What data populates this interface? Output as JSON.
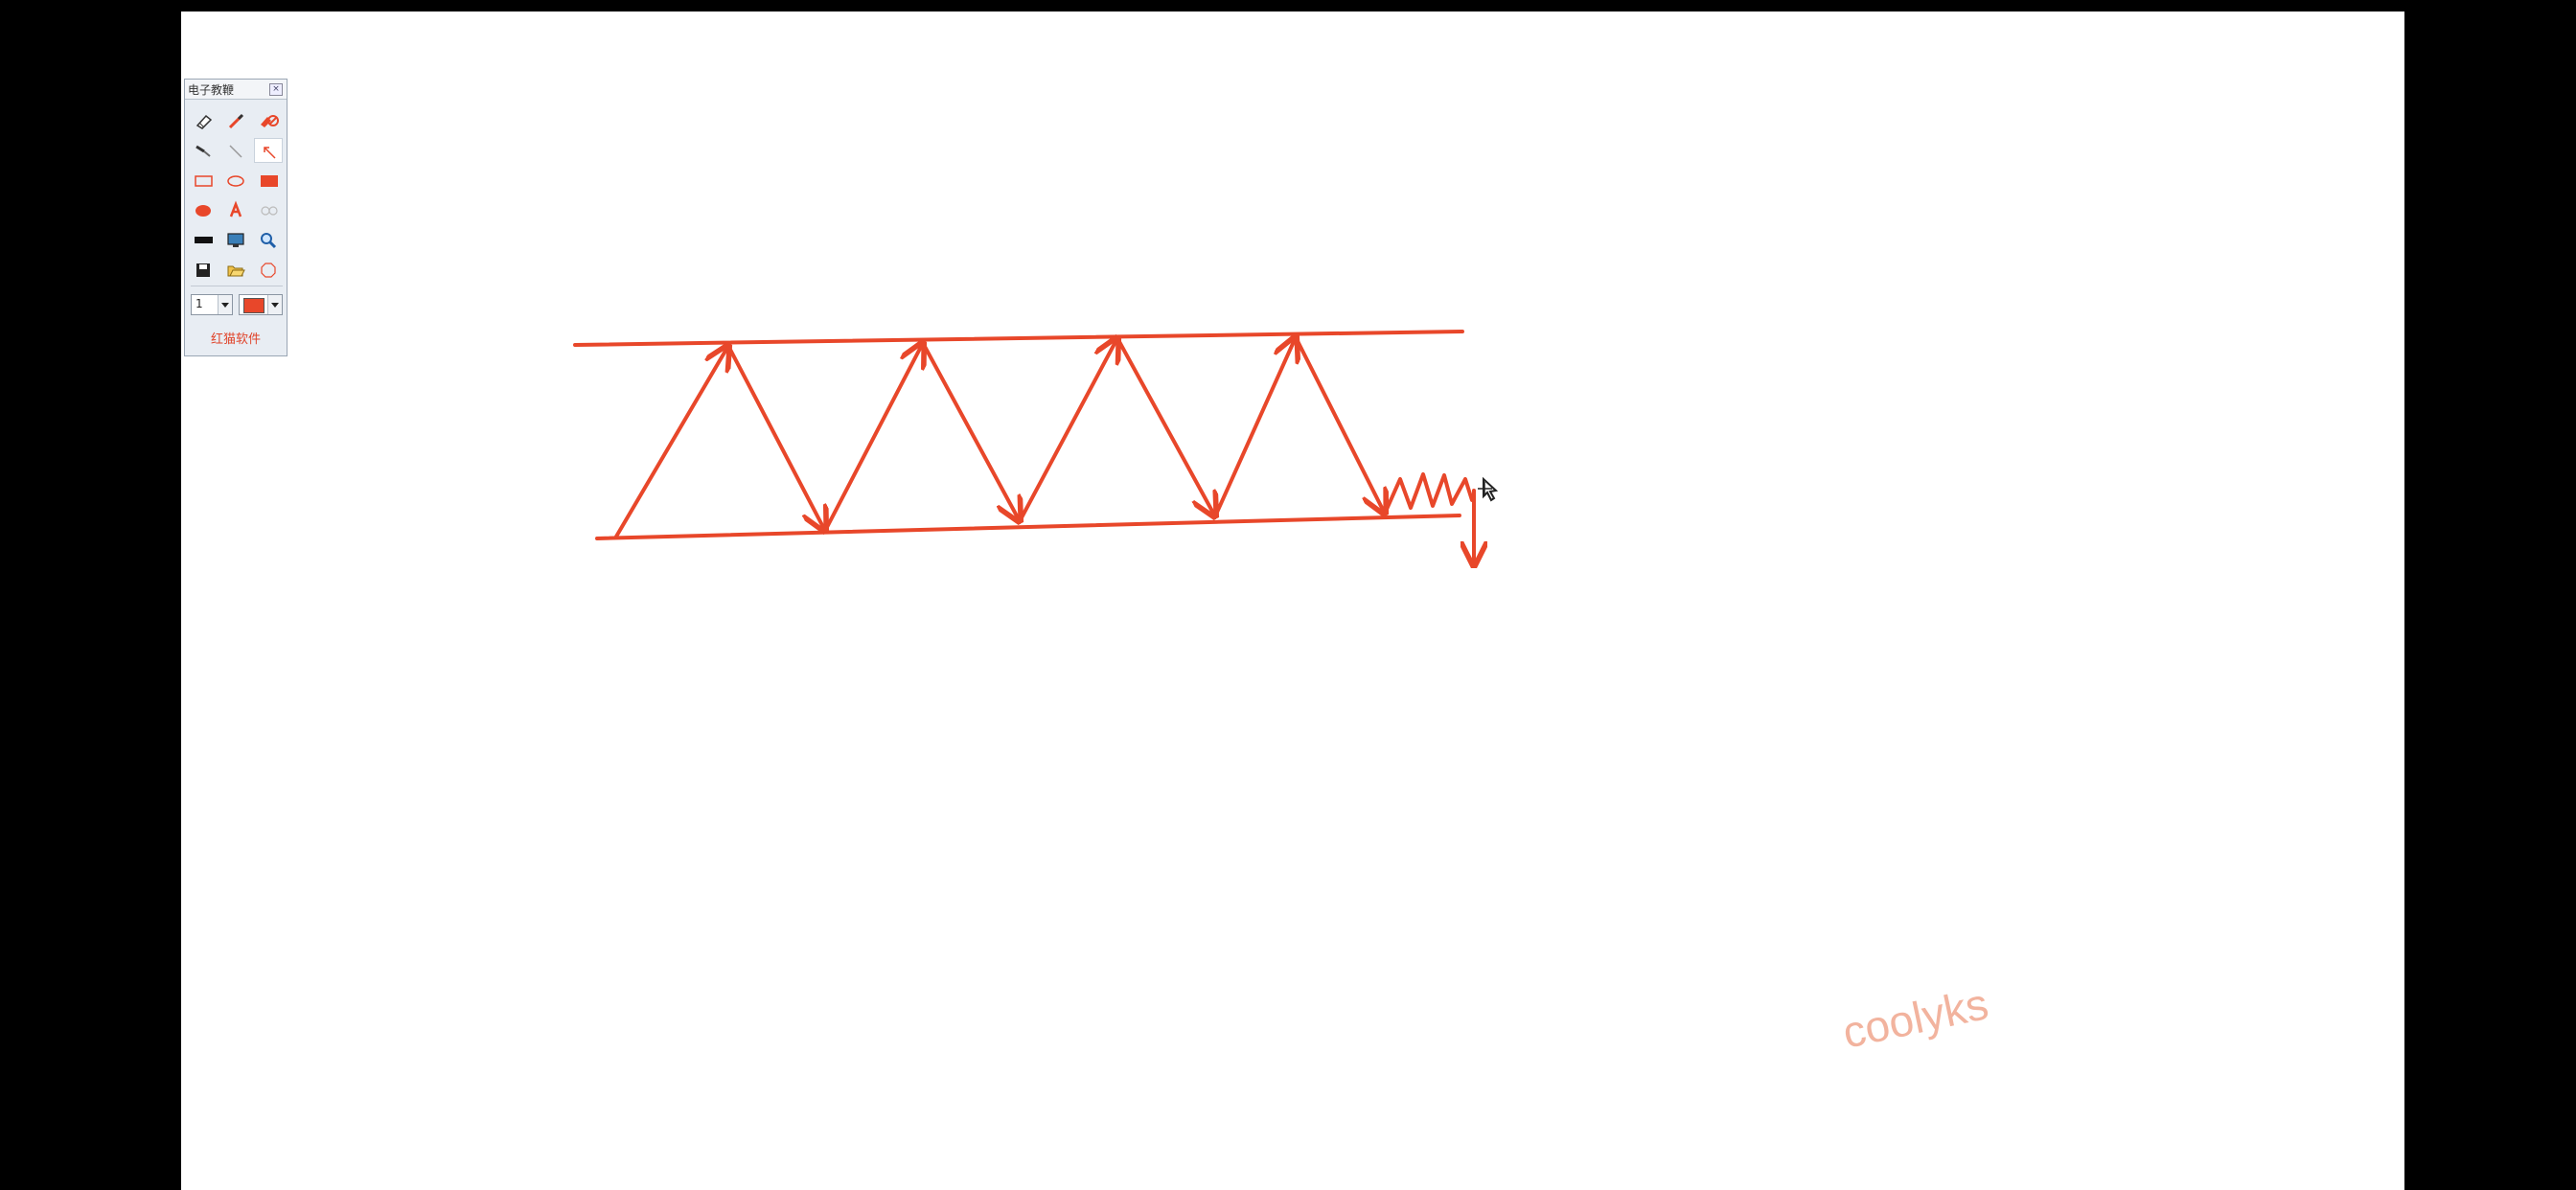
{
  "app": {
    "toolbar_title": "电子教鞭",
    "close_glyph": "×",
    "brand_label": "红猫软件"
  },
  "toolbar": {
    "tools": [
      {
        "name": "eraser-tool",
        "icon": "eraser-icon"
      },
      {
        "name": "pen-tool",
        "icon": "pen-icon"
      },
      {
        "name": "clear-tool",
        "icon": "clear-icon"
      },
      {
        "name": "brush-tool",
        "icon": "brush-icon"
      },
      {
        "name": "line-tool",
        "icon": "line-icon"
      },
      {
        "name": "arrow-tool",
        "icon": "arrow-icon",
        "selected": true
      },
      {
        "name": "rectangle-tool",
        "icon": "rectangle-icon"
      },
      {
        "name": "ellipse-tool",
        "icon": "ellipse-icon"
      },
      {
        "name": "filled-rectangle-tool",
        "icon": "filled-rectangle-icon"
      },
      {
        "name": "filled-ellipse-tool",
        "icon": "filled-ellipse-icon"
      },
      {
        "name": "text-tool",
        "icon": "text-icon"
      },
      {
        "name": "spotlight-tool",
        "icon": "spotlight-icon"
      },
      {
        "name": "blackboard-tool",
        "icon": "blackboard-icon"
      },
      {
        "name": "screen-capture-tool",
        "icon": "monitor-icon"
      },
      {
        "name": "zoom-tool",
        "icon": "magnifier-icon"
      },
      {
        "name": "save-tool",
        "icon": "save-icon"
      },
      {
        "name": "open-tool",
        "icon": "folder-icon"
      },
      {
        "name": "exit-tool",
        "icon": "exit-icon"
      }
    ],
    "width_select": {
      "value": "1"
    },
    "color_select": {
      "value": "#e8472a"
    }
  },
  "annotation": {
    "color": "#e8472a",
    "shape": "ascending-channel-zigzag-arrows"
  },
  "watermark": {
    "text": "coolyks",
    "color": "#f2b39e"
  }
}
